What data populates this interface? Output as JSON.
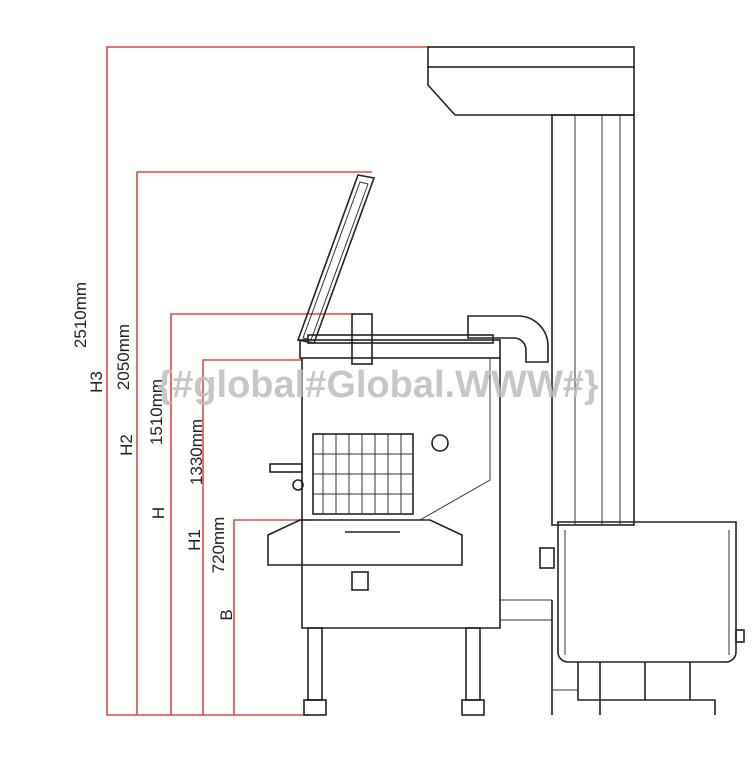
{
  "dimensions": [
    {
      "code": "H3",
      "value": "2510mm"
    },
    {
      "code": "H2",
      "value": "2050mm"
    },
    {
      "code": "H",
      "value": "1510mm"
    },
    {
      "code": "H1",
      "value": "1330mm"
    },
    {
      "code": "B",
      "value": "720mm"
    }
  ],
  "watermark": "{#global#Global.WWW#}",
  "colors": {
    "dimension_line": "#e04848",
    "drawing": "#222222"
  }
}
